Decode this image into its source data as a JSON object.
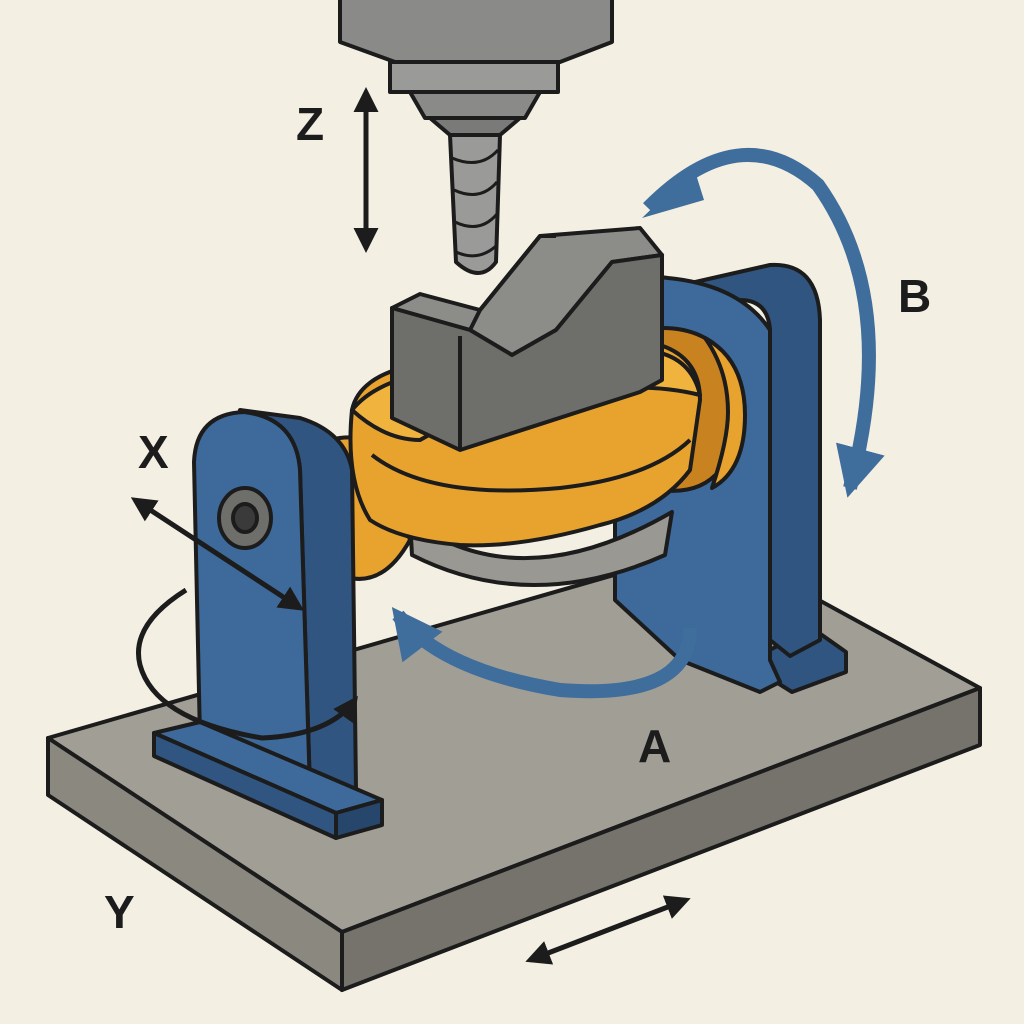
{
  "diagram": {
    "axes": {
      "x": {
        "label": "X"
      },
      "y": {
        "label": "Y"
      },
      "z": {
        "label": "Z"
      },
      "a": {
        "label": "A"
      },
      "b": {
        "label": "B"
      }
    },
    "colors": {
      "background": "#f4efe3",
      "outline": "#1c1c1c",
      "trunnion_blue": "#3d6a9a",
      "trunnion_blue_dark": "#2f5580",
      "table_orange": "#e8a22e",
      "table_orange_dark": "#c98220",
      "base_gray": "#9d9a92",
      "base_gray_dark": "#7d7a73",
      "workpiece_gray": "#7a7a78",
      "spindle_gray": "#8a8a88",
      "rotation_arrow_blue": "#3f6d9c"
    }
  }
}
